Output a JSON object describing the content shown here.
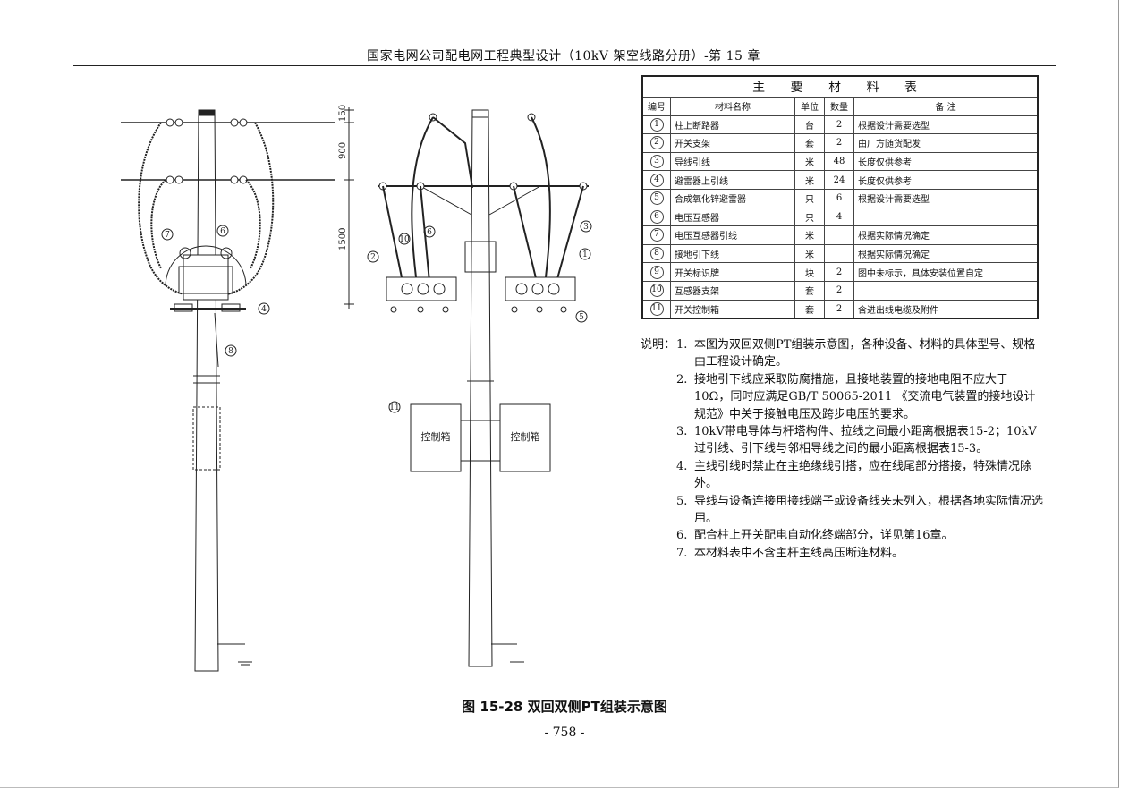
{
  "header": {
    "title": "国家电网公司配电网工程典型设计（10kV 架空线路分册）-第 15 章"
  },
  "drawing": {
    "dimensions": [
      "150",
      "900",
      "1500"
    ],
    "left_callouts": [
      "7",
      "6",
      "4",
      "8"
    ],
    "right_callouts": [
      "10",
      "6",
      "3",
      "2",
      "1",
      "5",
      "11"
    ],
    "control_box_label": "控制箱"
  },
  "materials_table": {
    "title": "主 要 材 料 表",
    "columns": [
      "编号",
      "材料名称",
      "单位",
      "数量",
      "备 注"
    ],
    "rows": [
      {
        "no": "1",
        "name": "柱上断路器",
        "unit": "台",
        "qty": "2",
        "note": "根据设计需要选型"
      },
      {
        "no": "2",
        "name": "开关支架",
        "unit": "套",
        "qty": "2",
        "note": "由厂方随货配发"
      },
      {
        "no": "3",
        "name": "导线引线",
        "unit": "米",
        "qty": "48",
        "note": "长度仅供参考"
      },
      {
        "no": "4",
        "name": "避雷器上引线",
        "unit": "米",
        "qty": "24",
        "note": "长度仅供参考"
      },
      {
        "no": "5",
        "name": "合成氧化锌避雷器",
        "unit": "只",
        "qty": "6",
        "note": "根据设计需要选型"
      },
      {
        "no": "6",
        "name": "电压互感器",
        "unit": "只",
        "qty": "4",
        "note": ""
      },
      {
        "no": "7",
        "name": "电压互感器引线",
        "unit": "米",
        "qty": "",
        "note": "根据实际情况确定"
      },
      {
        "no": "8",
        "name": "接地引下线",
        "unit": "米",
        "qty": "",
        "note": "根据实际情况确定"
      },
      {
        "no": "9",
        "name": "开关标识牌",
        "unit": "块",
        "qty": "2",
        "note": "图中未标示，具体安装位置自定"
      },
      {
        "no": "10",
        "name": "互感器支架",
        "unit": "套",
        "qty": "2",
        "note": ""
      },
      {
        "no": "11",
        "name": "开关控制箱",
        "unit": "套",
        "qty": "2",
        "note": "含进出线电缆及附件"
      }
    ]
  },
  "notes": {
    "prefix": "说明：",
    "items": [
      {
        "n": "1.",
        "text": "本图为双回双侧PT组装示意图，各种设备、材料的具体型号、规格由工程设计确定。"
      },
      {
        "n": "2.",
        "text": "接地引下线应采取防腐措施，且接地装置的接地电阻不应大于10Ω，同时应满足GB/T 50065-2011 《交流电气装置的接地设计规范》中关于接触电压及跨步电压的要求。"
      },
      {
        "n": "3.",
        "text": "10kV带电导体与杆塔构件、拉线之间最小距离根据表15-2；10kV过引线、引下线与邻相导线之间的最小距离根据表15-3。"
      },
      {
        "n": "4.",
        "text": "主线引线时禁止在主绝缘线引搭，应在线尾部分搭接，特殊情况除外。"
      },
      {
        "n": "5.",
        "text": "导线与设备连接用接线端子或设备线夹未列入，根据各地实际情况选用。"
      },
      {
        "n": "6.",
        "text": "配合柱上开关配电自动化终端部分，详见第16章。"
      },
      {
        "n": "7.",
        "text": "本材料表中不含主杆主线高压断连材料。"
      }
    ]
  },
  "caption": "图 15-28   双回双侧PT组装示意图",
  "page_number": "- 758 -"
}
